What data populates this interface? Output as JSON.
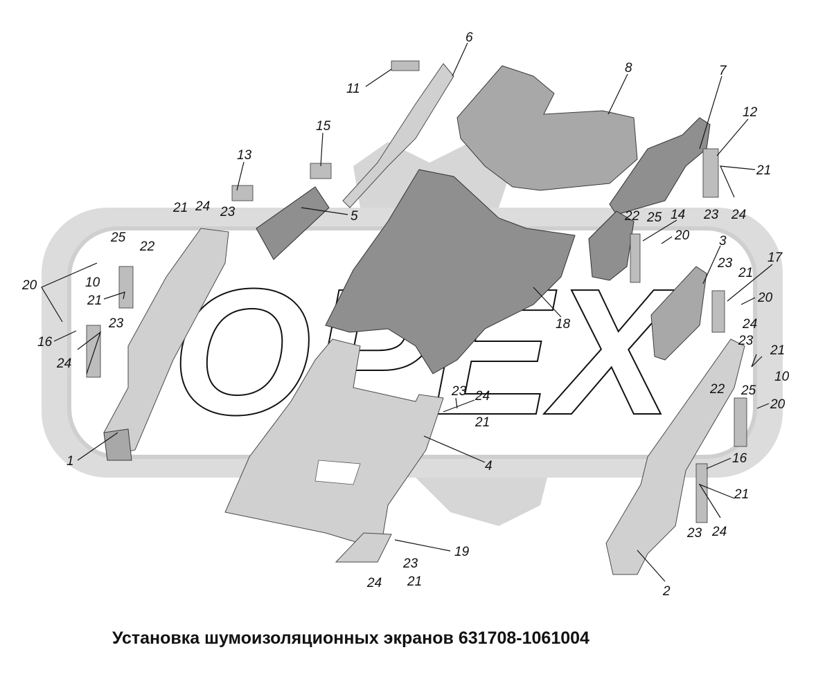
{
  "watermark": {
    "text": "OPEX",
    "color": "#d9d9d9"
  },
  "caption": "Установка шумоизоляционных экранов 631708-1061004",
  "callouts": [
    {
      "id": "c1",
      "text": "1"
    },
    {
      "id": "c2",
      "text": "2"
    },
    {
      "id": "c3",
      "text": "3"
    },
    {
      "id": "c4",
      "text": "4"
    },
    {
      "id": "c5",
      "text": "5"
    },
    {
      "id": "c6",
      "text": "6"
    },
    {
      "id": "c7",
      "text": "7"
    },
    {
      "id": "c8",
      "text": "8"
    },
    {
      "id": "c10a",
      "text": "10"
    },
    {
      "id": "c10b",
      "text": "10"
    },
    {
      "id": "c11",
      "text": "11"
    },
    {
      "id": "c12",
      "text": "12"
    },
    {
      "id": "c13",
      "text": "13"
    },
    {
      "id": "c14",
      "text": "14"
    },
    {
      "id": "c15",
      "text": "15"
    },
    {
      "id": "c16a",
      "text": "16"
    },
    {
      "id": "c16b",
      "text": "16"
    },
    {
      "id": "c17",
      "text": "17"
    },
    {
      "id": "c18",
      "text": "18"
    },
    {
      "id": "c19",
      "text": "19"
    },
    {
      "id": "c20a",
      "text": "20"
    },
    {
      "id": "c20b",
      "text": "20"
    },
    {
      "id": "c20c",
      "text": "20"
    },
    {
      "id": "c20d",
      "text": "20"
    },
    {
      "id": "c21a",
      "text": "21"
    },
    {
      "id": "c21b",
      "text": "21"
    },
    {
      "id": "c21c",
      "text": "21"
    },
    {
      "id": "c21d",
      "text": "21"
    },
    {
      "id": "c21e",
      "text": "21"
    },
    {
      "id": "c21f",
      "text": "21"
    },
    {
      "id": "c21g",
      "text": "21"
    },
    {
      "id": "c21h",
      "text": "21"
    },
    {
      "id": "c22a",
      "text": "22"
    },
    {
      "id": "c22b",
      "text": "22"
    },
    {
      "id": "c22c",
      "text": "22"
    },
    {
      "id": "c23a",
      "text": "23"
    },
    {
      "id": "c23b",
      "text": "23"
    },
    {
      "id": "c23c",
      "text": "23"
    },
    {
      "id": "c23d",
      "text": "23"
    },
    {
      "id": "c23e",
      "text": "23"
    },
    {
      "id": "c23f",
      "text": "23"
    },
    {
      "id": "c23g",
      "text": "23"
    },
    {
      "id": "c23h",
      "text": "23"
    },
    {
      "id": "c24a",
      "text": "24"
    },
    {
      "id": "c24b",
      "text": "24"
    },
    {
      "id": "c24c",
      "text": "24"
    },
    {
      "id": "c24d",
      "text": "24"
    },
    {
      "id": "c24e",
      "text": "24"
    },
    {
      "id": "c24f",
      "text": "24"
    },
    {
      "id": "c24g",
      "text": "24"
    },
    {
      "id": "c25a",
      "text": "25"
    },
    {
      "id": "c25b",
      "text": "25"
    },
    {
      "id": "c25c",
      "text": "25"
    }
  ]
}
